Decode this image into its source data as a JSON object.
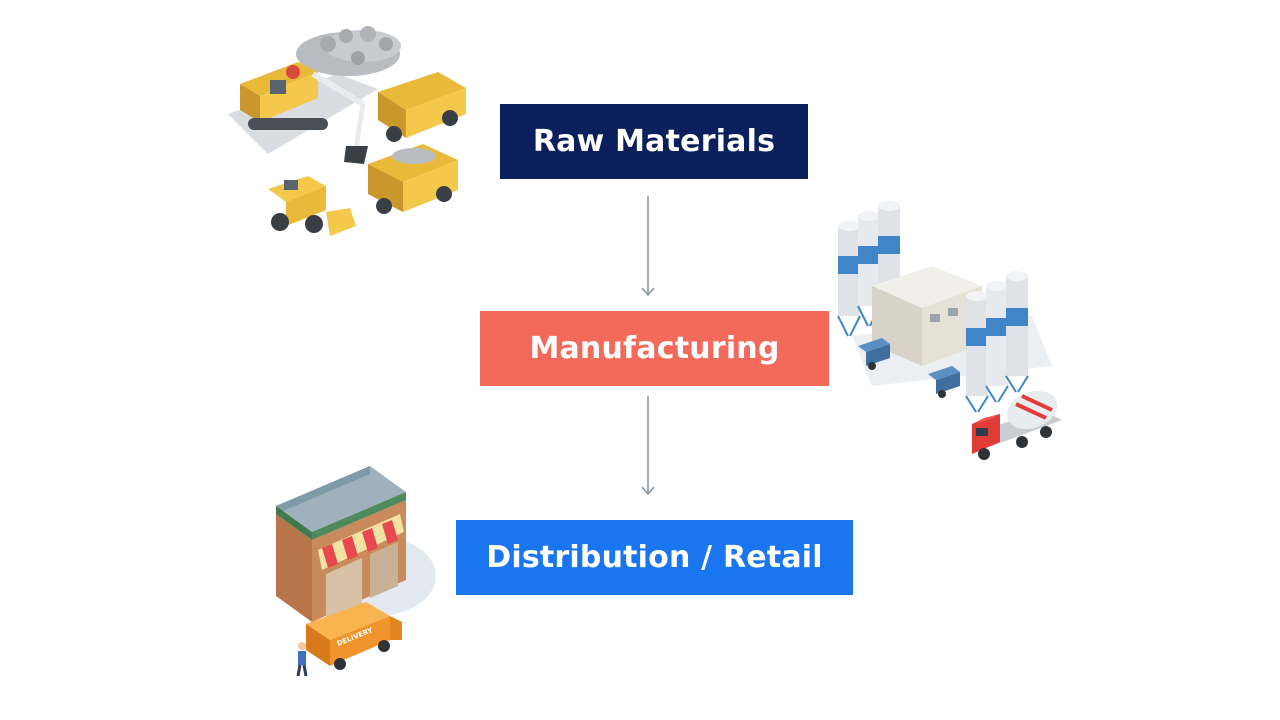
{
  "nodes": [
    {
      "id": "raw",
      "label": "Raw Materials",
      "color": "#0b1f5c"
    },
    {
      "id": "manufacturing",
      "label": "Manufacturing",
      "color": "#f36a5b"
    },
    {
      "id": "distribution",
      "label": "Distribution / Retail",
      "color": "#1976f0"
    }
  ],
  "edges": [
    {
      "from": "raw",
      "to": "manufacturing"
    },
    {
      "from": "manufacturing",
      "to": "distribution"
    }
  ],
  "colors": {
    "arrow": "#8e9aa8",
    "machinery_yellow": "#f4c84a",
    "silo_blue": "#3f86c8",
    "truck_red": "#e23c38",
    "van_orange": "#f0942c",
    "store_brown": "#b8754a"
  },
  "illustrations": {
    "raw": "mining-machinery-illustration",
    "manufacturing": "cement-factory-illustration",
    "distribution": "retail-store-illustration",
    "van_sign": "DELIVERY"
  }
}
